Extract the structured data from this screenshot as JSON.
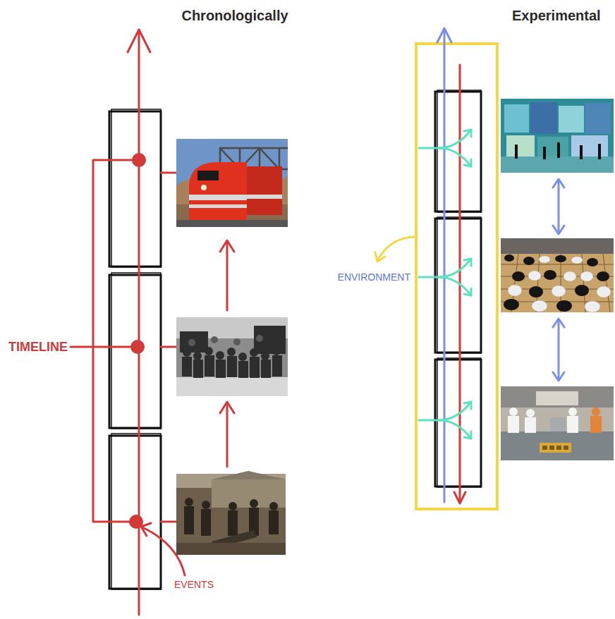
{
  "diagram": {
    "labels": [
      "Chronologically",
      "Experimental",
      "TIMELINE",
      "EVENTS",
      "ENVIRONMENT"
    ]
  }
}
